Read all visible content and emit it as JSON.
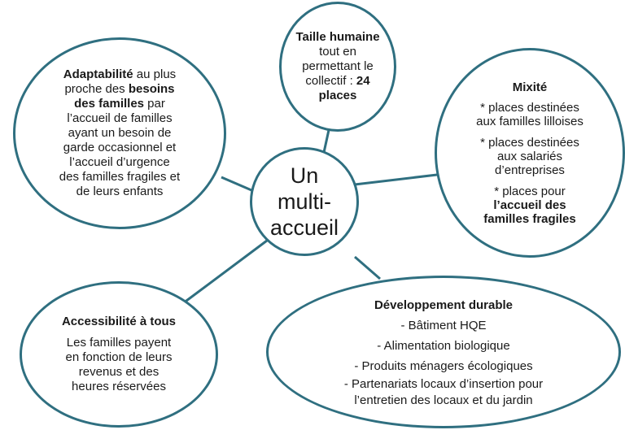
{
  "center": {
    "line1": "Un",
    "line2": "multi-",
    "line3": "accueil"
  },
  "top": {
    "title": "Taille humaine",
    "l1": "tout en",
    "l2": "permettant le",
    "l3": "collectif : ",
    "num": "24",
    "l4": "places"
  },
  "left": {
    "t1": "Adaptabilité",
    "t2": " au plus",
    "t3": "proche des ",
    "t4": "besoins",
    "t5": "des familles",
    "t6": " par",
    "t7": "l’accueil de familles",
    "t8": "ayant un besoin de",
    "t9": "garde occasionnel et",
    "t10": "l’accueil d’urgence",
    "t11": "des familles fragiles et",
    "t12": "de leurs enfants"
  },
  "right": {
    "title": "Mixité",
    "a1": "* places destinées",
    "a2": "aux familles lilloises",
    "b1": "* places destinées",
    "b2": "aux salariés",
    "b3": "d’entreprises",
    "c1": "* places pour",
    "c2": "l’accueil des",
    "c3": "familles fragiles"
  },
  "bottom_left": {
    "title": "Accessibilité à tous",
    "l1": "Les familles payent",
    "l2": "en fonction de leurs",
    "l3": "revenus et des",
    "l4": "heures réservées"
  },
  "bottom_right": {
    "title": "Développement durable",
    "i1": "- Bâtiment HQE",
    "i2": "- Alimentation biologique",
    "i3": "- Produits ménagers écologiques",
    "i4": "- Partenariats locaux  d’insertion pour",
    "i5": "l’entretien des locaux et du jardin"
  },
  "colors": {
    "outline": "#2f6f80"
  }
}
